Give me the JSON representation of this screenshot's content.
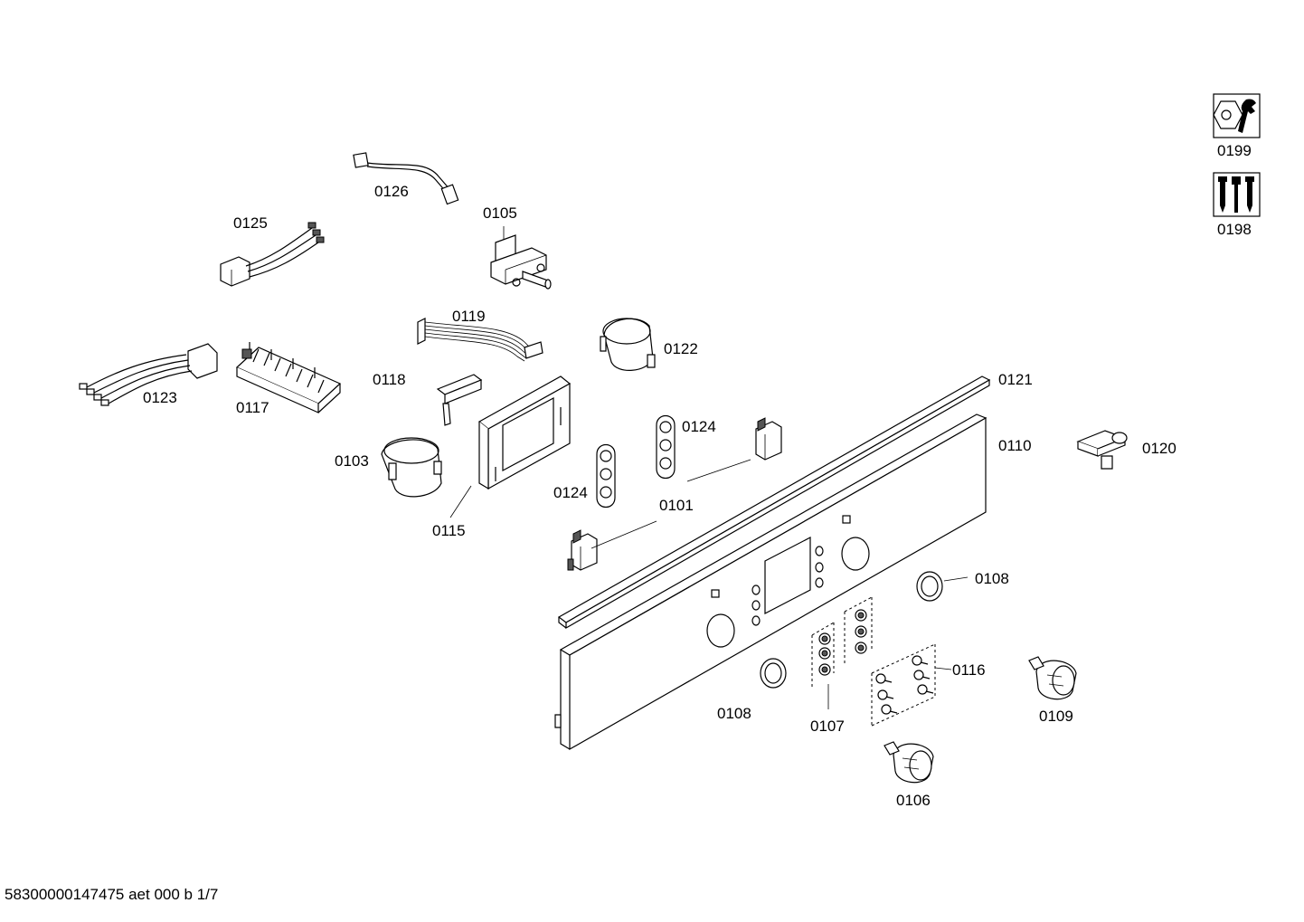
{
  "parts": [
    {
      "id": "p0199",
      "label": "0199",
      "icon": "nut-wrench-icon"
    },
    {
      "id": "p0198",
      "label": "0198",
      "icon": "screws-icon"
    },
    {
      "id": "p0126",
      "label": "0126"
    },
    {
      "id": "p0125",
      "label": "0125"
    },
    {
      "id": "p0105",
      "label": "0105"
    },
    {
      "id": "p0119",
      "label": "0119"
    },
    {
      "id": "p0122",
      "label": "0122"
    },
    {
      "id": "p0118",
      "label": "0118"
    },
    {
      "id": "p0123",
      "label": "0123"
    },
    {
      "id": "p0117",
      "label": "0117"
    },
    {
      "id": "p0121",
      "label": "0121"
    },
    {
      "id": "p0110",
      "label": "0110"
    },
    {
      "id": "p0124a",
      "label": "0124"
    },
    {
      "id": "p0124b",
      "label": "0124"
    },
    {
      "id": "p0120",
      "label": "0120"
    },
    {
      "id": "p0103",
      "label": "0103"
    },
    {
      "id": "p0101",
      "label": "0101"
    },
    {
      "id": "p0115",
      "label": "0115"
    },
    {
      "id": "p0108a",
      "label": "0108"
    },
    {
      "id": "p0108b",
      "label": "0108"
    },
    {
      "id": "p0116",
      "label": "0116"
    },
    {
      "id": "p0107",
      "label": "0107"
    },
    {
      "id": "p0109",
      "label": "0109"
    },
    {
      "id": "p0106",
      "label": "0106"
    }
  ],
  "footer": "58300000147475 aet 000 b 1/7"
}
